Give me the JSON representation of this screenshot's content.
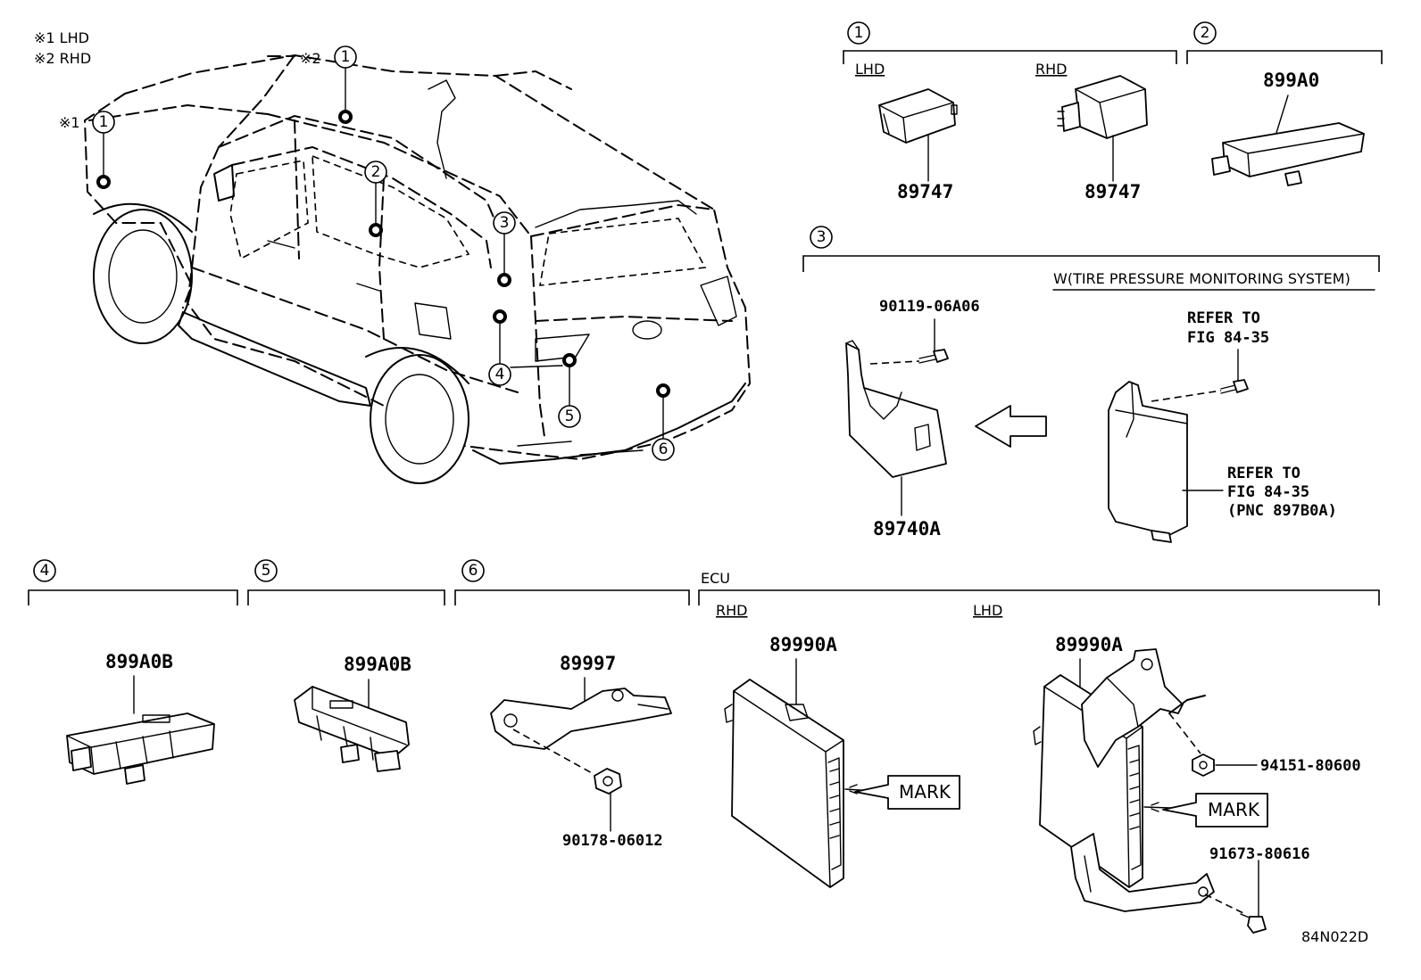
{
  "legend": {
    "lhd": "※1 LHD",
    "rhd": "※2 RHD"
  },
  "vehicle_callouts": {
    "mark_1_lhd": "※1",
    "mark_2_rhd": "※2",
    "n1a": "1",
    "n1b": "1",
    "n2": "2",
    "n3": "3",
    "n4": "4",
    "n5": "5",
    "n6": "6"
  },
  "section1": {
    "number": "1",
    "lhd_label": "LHD",
    "rhd_label": "RHD",
    "part_lhd": "89747",
    "part_rhd": "89747"
  },
  "section2": {
    "number": "2",
    "part": "899A0"
  },
  "section3": {
    "number": "3",
    "condition": "W(TIRE PRESSURE MONITORING SYSTEM)",
    "bolt": "90119-06A06",
    "bracket": "89740A",
    "refer_bolt_line1": "REFER TO",
    "refer_bolt_line2": "FIG 84-35",
    "refer_unit_line1": "REFER TO",
    "refer_unit_line2": "FIG 84-35",
    "refer_unit_line3": "(PNC 897B0A)"
  },
  "section4": {
    "number": "4",
    "part": "899A0B"
  },
  "section5": {
    "number": "5",
    "part": "899A0B"
  },
  "section6": {
    "number": "6",
    "part": "89997",
    "nut": "90178-06012"
  },
  "ecu": {
    "title": "ECU",
    "rhd_label": "RHD",
    "lhd_label": "LHD",
    "rhd_part": "89990A",
    "lhd_part": "89990A",
    "mark_rhd": "MARK",
    "mark_lhd": "MARK",
    "nut": "94151-80600",
    "bolt": "91673-80616"
  },
  "figure_id": "84N022D"
}
